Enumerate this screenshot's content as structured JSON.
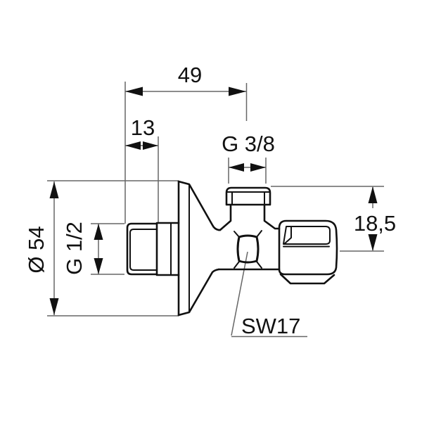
{
  "figure": {
    "type": "technical-drawing",
    "subject": "angle valve side view",
    "background": "#ffffff",
    "line_color": "#111111",
    "dimension_line_color": "#666666"
  },
  "annotations": {
    "horizontal_total": "49",
    "thread_length": "13",
    "top_thread": "G 3/8",
    "side_thread": "G 1/2",
    "rosette_diameter": "Ø 54",
    "top_offset": "18,5",
    "wrench_size": "SW17"
  }
}
